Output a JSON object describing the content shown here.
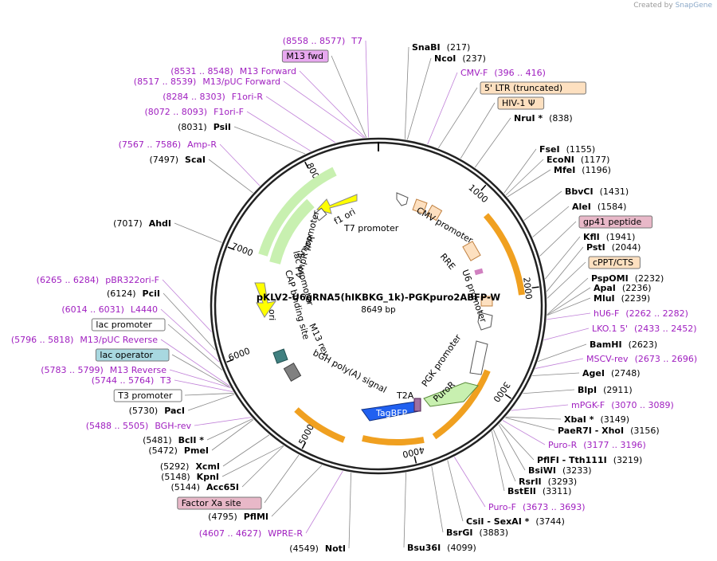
{
  "credit": {
    "prefix": "Created by",
    "brand": "SnapGene"
  },
  "plasmid": {
    "name": "pKLV2-U6gRNA5(hIKBKG_1k)-PGKpuro2ABFP-W",
    "size": "8649 bp"
  },
  "ticks": [
    "1000",
    "2000",
    "3000",
    "4000",
    "5000",
    "6000",
    "7000",
    "8000"
  ],
  "right_labels": [
    {
      "name": "SnaBI",
      "pos": "(217)",
      "type": "enzyme"
    },
    {
      "name": "NcoI",
      "pos": "(237)",
      "type": "enzyme"
    },
    {
      "name": "CMV-F",
      "pos": "(396 .. 416)",
      "type": "primer"
    },
    {
      "name": "5' LTR (truncated)",
      "type": "box",
      "color": "#fde0c0"
    },
    {
      "name": "HIV-1 Ψ",
      "type": "box",
      "color": "#fde0c0"
    },
    {
      "name": "NruI *",
      "pos": "(838)",
      "type": "enzyme"
    },
    {
      "name": "FseI",
      "pos": "(1155)",
      "type": "enzyme"
    },
    {
      "name": "EcoNI",
      "pos": "(1177)",
      "type": "enzyme"
    },
    {
      "name": "MfeI",
      "pos": "(1196)",
      "type": "enzyme"
    },
    {
      "name": "BbvCI",
      "pos": "(1431)",
      "type": "enzyme"
    },
    {
      "name": "AleI",
      "pos": "(1584)",
      "type": "enzyme"
    },
    {
      "name": "gp41 peptide",
      "type": "box",
      "color": "#e8b8c8"
    },
    {
      "name": "KflI",
      "pos": "(1941)",
      "type": "enzyme"
    },
    {
      "name": "PstI",
      "pos": "(2044)",
      "type": "enzyme"
    },
    {
      "name": "cPPT/CTS",
      "type": "box",
      "color": "#fde0c0"
    },
    {
      "name": "PspOMI",
      "pos": "(2232)",
      "type": "enzyme"
    },
    {
      "name": "ApaI",
      "pos": "(2236)",
      "type": "enzyme"
    },
    {
      "name": "MluI",
      "pos": "(2239)",
      "type": "enzyme"
    },
    {
      "name": "hU6-F",
      "pos": "(2262 .. 2282)",
      "type": "primer"
    },
    {
      "name": "LKO.1 5'",
      "pos": "(2433 .. 2452)",
      "type": "primer"
    },
    {
      "name": "BamHI",
      "pos": "(2623)",
      "type": "enzyme"
    },
    {
      "name": "MSCV-rev",
      "pos": "(2673 .. 2696)",
      "type": "primer"
    },
    {
      "name": "AgeI",
      "pos": "(2748)",
      "type": "enzyme"
    },
    {
      "name": "BlpI",
      "pos": "(2911)",
      "type": "enzyme"
    },
    {
      "name": "mPGK-F",
      "pos": "(3070 .. 3089)",
      "type": "primer"
    },
    {
      "name": "XbaI *",
      "pos": "(3149)",
      "type": "enzyme"
    },
    {
      "name": "PaeR7I - XhoI",
      "pos": "(3156)",
      "type": "enzyme"
    },
    {
      "name": "Puro-R",
      "pos": "(3177 .. 3196)",
      "type": "primer"
    },
    {
      "name": "PflFI - Tth111I",
      "pos": "(3219)",
      "type": "enzyme"
    },
    {
      "name": "BsiWI",
      "pos": "(3233)",
      "type": "enzyme"
    },
    {
      "name": "RsrII",
      "pos": "(3293)",
      "type": "enzyme"
    },
    {
      "name": "BstEII",
      "pos": "(3311)",
      "type": "enzyme"
    },
    {
      "name": "Puro-F",
      "pos": "(3673 .. 3693)",
      "type": "primer"
    },
    {
      "name": "CsiI - SexAI *",
      "pos": "(3744)",
      "type": "enzyme"
    },
    {
      "name": "BsrGI",
      "pos": "(3883)",
      "type": "enzyme"
    },
    {
      "name": "Bsu36I",
      "pos": "(4099)",
      "type": "enzyme"
    }
  ],
  "left_labels": [
    {
      "name": "T7",
      "pos": "(8558 .. 8577)",
      "type": "primer"
    },
    {
      "name": "M13 fwd",
      "type": "box",
      "color": "#e8a8f0"
    },
    {
      "name": "M13 Forward",
      "pos": "(8531 .. 8548)",
      "type": "primer"
    },
    {
      "name": "M13/pUC Forward",
      "pos": "(8517 .. 8539)",
      "type": "primer"
    },
    {
      "name": "F1ori-R",
      "pos": "(8284 .. 8303)",
      "type": "primer"
    },
    {
      "name": "F1ori-F",
      "pos": "(8072 .. 8093)",
      "type": "primer"
    },
    {
      "name": "PsiI",
      "pos": "(8031)",
      "type": "enzyme"
    },
    {
      "name": "Amp-R",
      "pos": "(7567 .. 7586)",
      "type": "primer"
    },
    {
      "name": "ScaI",
      "pos": "(7497)",
      "type": "enzyme"
    },
    {
      "name": "AhdI",
      "pos": "(7017)",
      "type": "enzyme"
    },
    {
      "name": "pBR322ori-F",
      "pos": "(6265 .. 6284)",
      "type": "primer"
    },
    {
      "name": "PciI",
      "pos": "(6124)",
      "type": "enzyme"
    },
    {
      "name": "L4440",
      "pos": "(6014 .. 6031)",
      "type": "primer"
    },
    {
      "name": "lac promoter",
      "type": "box",
      "color": "#ffffff"
    },
    {
      "name": "M13/pUC Reverse",
      "pos": "(5796 .. 5818)",
      "type": "primer"
    },
    {
      "name": "lac operator",
      "type": "box",
      "color": "#a8d8e0"
    },
    {
      "name": "M13 Reverse",
      "pos": "(5783 .. 5799)",
      "type": "primer"
    },
    {
      "name": "T3",
      "pos": "(5744 .. 5764)",
      "type": "primer"
    },
    {
      "name": "T3 promoter",
      "type": "box",
      "color": "#ffffff"
    },
    {
      "name": "PacI",
      "pos": "(5730)",
      "type": "enzyme"
    },
    {
      "name": "BGH-rev",
      "pos": "(5488 .. 5505)",
      "type": "primer"
    },
    {
      "name": "BclI *",
      "pos": "(5481)",
      "type": "enzyme"
    },
    {
      "name": "PmeI",
      "pos": "(5472)",
      "type": "enzyme"
    },
    {
      "name": "XcmI",
      "pos": "(5292)",
      "type": "enzyme"
    },
    {
      "name": "KpnI",
      "pos": "(5148)",
      "type": "enzyme"
    },
    {
      "name": "Acc65I",
      "pos": "(5144)",
      "type": "enzyme"
    },
    {
      "name": "Factor Xa site",
      "type": "box",
      "color": "#e8b8c8"
    },
    {
      "name": "PflMI",
      "pos": "(4795)",
      "type": "enzyme"
    },
    {
      "name": "WPRE-R",
      "pos": "(4607 .. 4627)",
      "type": "primer"
    },
    {
      "name": "NotI",
      "pos": "(4549)",
      "type": "enzyme"
    }
  ],
  "inner_labels": [
    "CMV promoter",
    "RRE",
    "U6 promoter",
    "PGK promoter",
    "PuroR",
    "T2A",
    "TagBFP",
    "bGH poly(A) signal",
    "M13 rev",
    "CAP binding site",
    "lac promoter",
    "AmpR promoter",
    "AmpR",
    "f1 ori",
    "T7 promoter",
    "ori"
  ],
  "colors": {
    "primer": "#a020c0",
    "enzyme": "#000000",
    "promoter_fill": "#ffffff",
    "ltr_fill": "#fde0c0",
    "amp_fill": "#c8f0b0",
    "ori_fill": "#ffff00",
    "bfp_fill": "#2060f0",
    "orange_arrow": "#f0a020"
  }
}
